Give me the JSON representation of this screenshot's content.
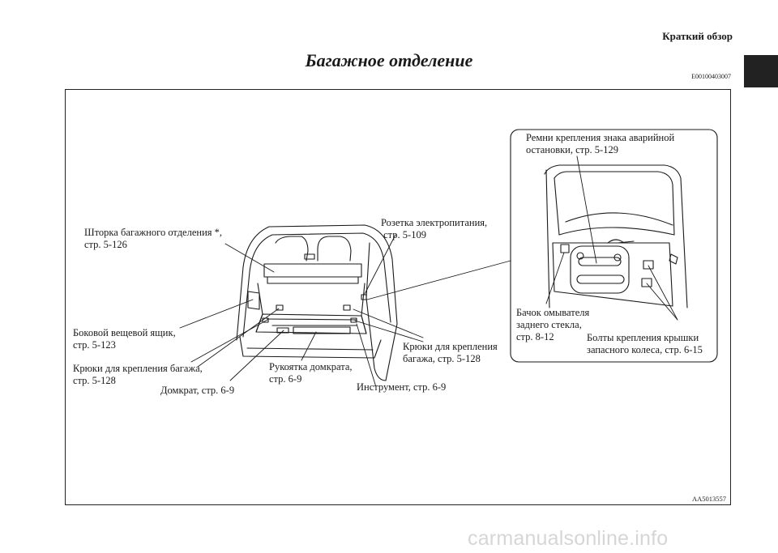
{
  "header": {
    "section": "Краткий обзор"
  },
  "page": {
    "title": "Багажное отделение",
    "code": "E00100403007"
  },
  "figure_code": "AA5013557",
  "labels": {
    "shade": "Шторка багажного отделения *,\nстр. 5-126",
    "socket": "Розетка электропитания,\n стр. 5-109",
    "box": "Боковой вещевой ящик,\nстр. 5-123",
    "hooks_left": "Крюки для крепления багажа,\nстр. 5-128",
    "jack": "Домкрат, стр. 6-9",
    "handle": "Рукоятка домкрата,\nстр. 6-9",
    "tools": "Инструмент, стр. 6-9",
    "hooks_right": "Крюки для крепления\nбагажа, стр. 5-128",
    "straps": "Ремни крепления знака аварийной\nостановки, стр. 5-129",
    "washer": "Бачок омывателя\nзаднего стекла,\nстр. 8-12",
    "bolts": "Болты крепления крышки\nзапасного колеса, стр. 6-15"
  },
  "watermark": "carmanualsonline.info"
}
